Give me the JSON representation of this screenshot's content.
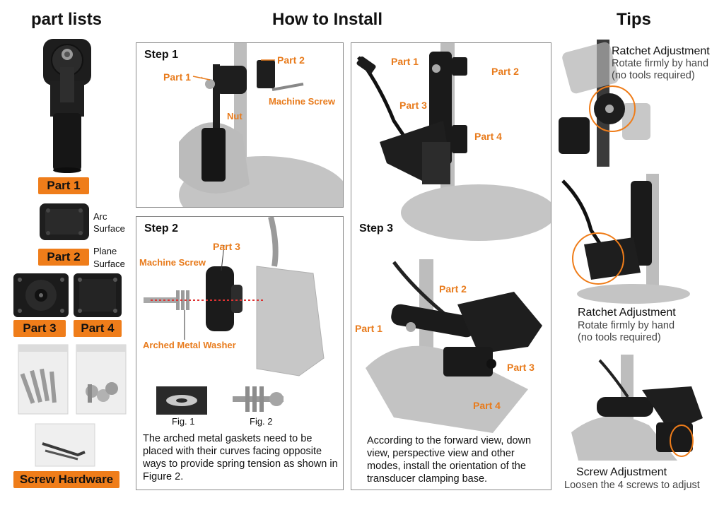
{
  "headers": {
    "parts": "part lists",
    "install": "How to Install",
    "tips": "Tips"
  },
  "parts": {
    "part1": "Part 1",
    "part2": "Part 2",
    "part3": "Part 3",
    "part4": "Part 4",
    "arc": "Arc",
    "arc_surface": "Surface",
    "plane": "Plane",
    "plane_surface": "Surface",
    "hardware": "Screw Hardware"
  },
  "step1": {
    "title": "Step 1",
    "part1": "Part 1",
    "part2": "Part 2",
    "nut": "Nut",
    "screw": "Machine Screw"
  },
  "step2": {
    "title": "Step 2",
    "part3": "Part 3",
    "screw": "Machine Screw",
    "washer": "Arched Metal Washer",
    "fig1": "Fig. 1",
    "fig2": "Fig. 2",
    "text": "The arched metal gaskets need to be placed with their curves facing opposite ways to provide spring tension as shown in Figure 2."
  },
  "step_right_top": {
    "part1": "Part 1",
    "part2": "Part 2",
    "part3": "Part 3",
    "part4": "Part 4"
  },
  "step3": {
    "title": "Step 3",
    "part1": "Part 1",
    "part2": "Part 2",
    "part3": "Part 3",
    "part4": "Part 4",
    "text": "According to the forward view, down view, perspective view and other modes, install the orientation of the transducer clamping base."
  },
  "tips": {
    "t1_title": "Ratchet Adjustment",
    "t1_line1": "Rotate firmly by hand",
    "t1_line2": "(no tools required)",
    "t2_title": "Ratchet Adjustment",
    "t2_line1": "Rotate firmly by hand",
    "t2_line2": "(no tools required)",
    "t3_title": "Screw Adjustment",
    "t3_line1": "Loosen the 4 screws to adjust"
  },
  "colors": {
    "accent": "#ef7d1a",
    "label": "#e87b1c",
    "part": "#1a1a1a",
    "motor": "#b9b9b9"
  }
}
